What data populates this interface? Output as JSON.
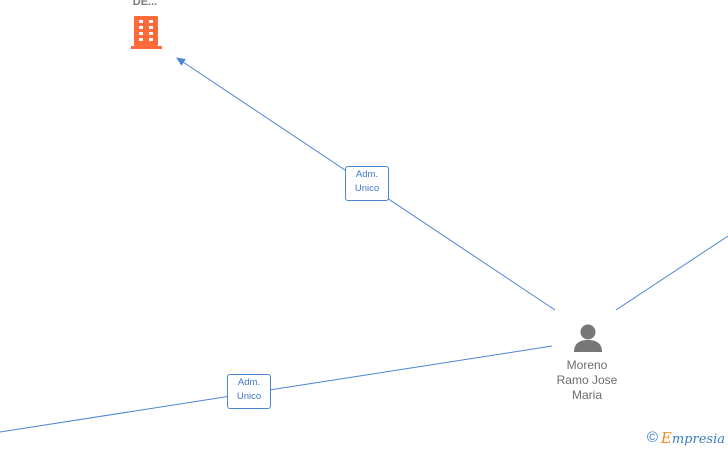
{
  "nodes": {
    "company_top": {
      "label": "DE...",
      "icon": "building-icon",
      "color": "#ff6a3a"
    },
    "person_main": {
      "label_lines": [
        "Moreno",
        "Ramo Jose",
        "Maria"
      ],
      "icon": "person-icon",
      "color": "#777777"
    }
  },
  "edges": [
    {
      "label_lines": [
        "Adm.",
        "Unico"
      ]
    },
    {
      "label_lines": [
        "Adm.",
        "Unico"
      ]
    }
  ],
  "watermark": {
    "copyright": "©",
    "brand_first": "E",
    "brand_rest": "mpresia"
  },
  "colors": {
    "edge": "#4a86d6",
    "label_text": "#6e6e6e",
    "brand_orange": "#f08a1c"
  }
}
